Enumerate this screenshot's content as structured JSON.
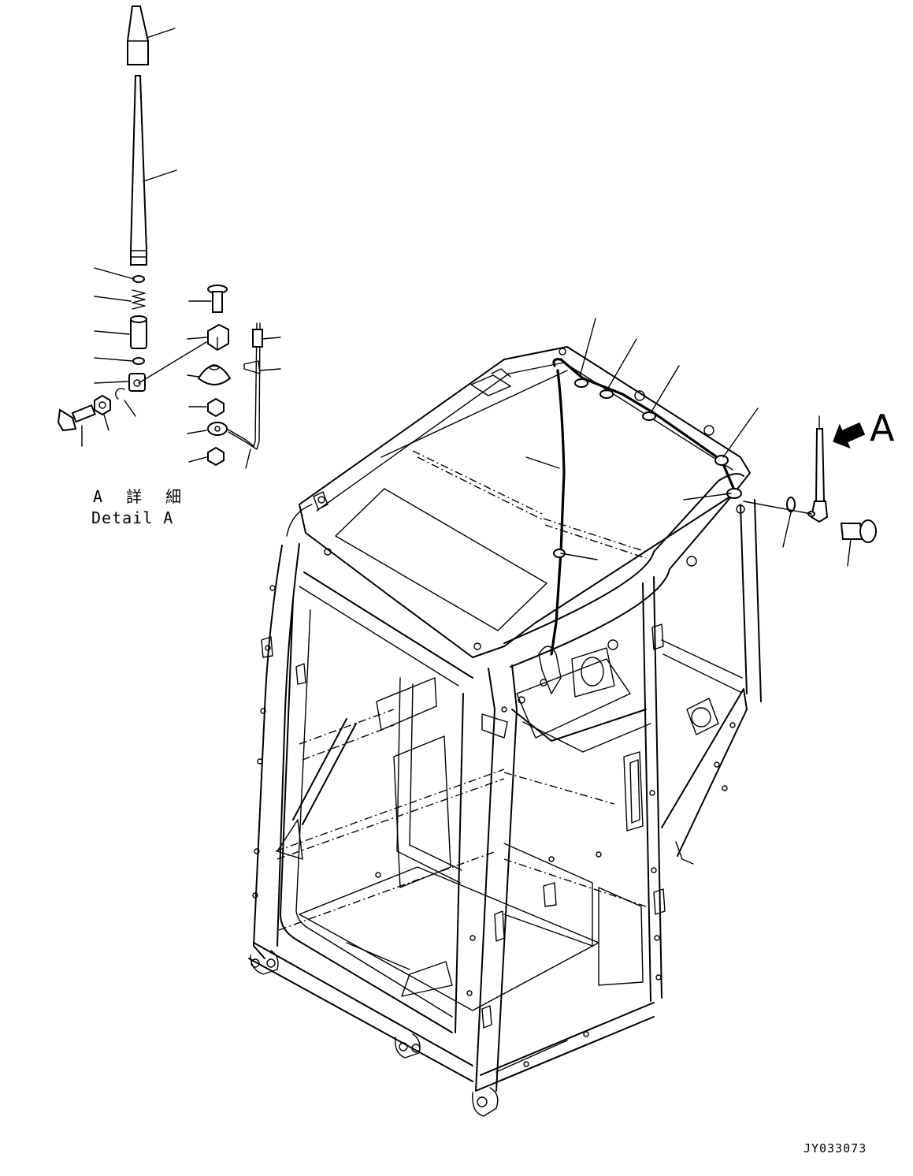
{
  "detail_label_jp": "A 詳 細",
  "detail_label_en": "Detail A",
  "view_marker": "A",
  "drawing_id": "JY033073",
  "icons": [
    "view-arrow-icon"
  ]
}
